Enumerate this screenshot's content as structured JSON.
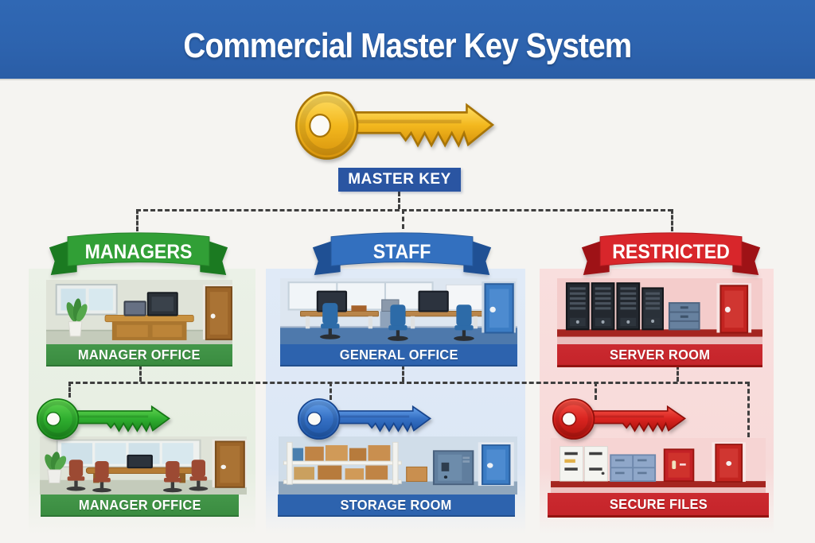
{
  "title": "Commercial Master Key System",
  "master": {
    "label": "MASTER KEY",
    "key": "gold-key"
  },
  "branches": [
    {
      "name": "MANAGERS",
      "key": "green-key",
      "accent": "#319f36",
      "rooms": [
        {
          "label": "MANAGER OFFICE",
          "scene": "manager-office"
        },
        {
          "label": "MANAGER OFFICE",
          "scene": "conference-office"
        }
      ]
    },
    {
      "name": "STAFF",
      "key": "blue-key",
      "accent": "#3370bf",
      "rooms": [
        {
          "label": "GENERAL OFFICE",
          "scene": "open-plan-office"
        },
        {
          "label": "STORAGE ROOM",
          "scene": "storage-room"
        }
      ]
    },
    {
      "name": "RESTRICTED",
      "key": "red-key",
      "accent": "#d8262b",
      "rooms": [
        {
          "label": "SERVER ROOM",
          "scene": "server-room"
        },
        {
          "label": "SECURE FILES",
          "scene": "secure-files"
        }
      ]
    }
  ],
  "colors": {
    "header": "#2d63ae",
    "master_label": "#2a55a2",
    "gold": "#e8a912",
    "green": "#319f36",
    "blue": "#3370bf",
    "red": "#c5242a",
    "panel_green": "#ebf1e7",
    "panel_blue": "#e0eaf7",
    "panel_red": "#f9dfde",
    "connector": "#3f3f3f"
  }
}
